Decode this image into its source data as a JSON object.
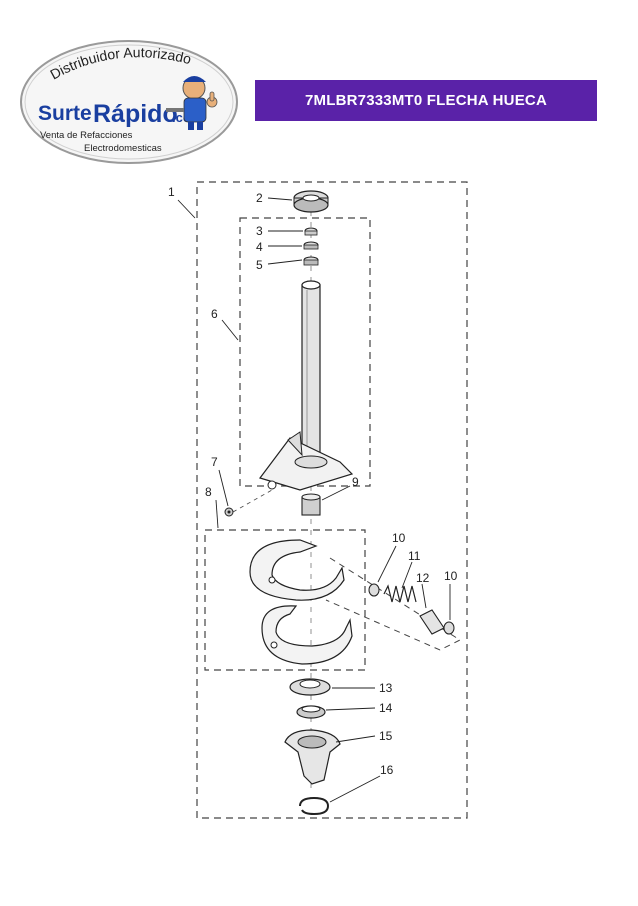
{
  "logo": {
    "top_text": "Distribuidor Autorizado",
    "brand_left": "Surte",
    "brand_right": "Rápido",
    "brand_suffix": ".com",
    "tagline_1": "Venta de Refacciones",
    "tagline_2": "Electrodomesticas",
    "colors": {
      "brand_blue": "#1a3fa0",
      "text_dark": "#222222",
      "oval_border": "#9a9a9a"
    }
  },
  "header": {
    "title": "7MLBR7333MT0  FLECHA HUECA",
    "banner_color": "#5a22a8"
  },
  "diagram": {
    "callouts": [
      "1",
      "2",
      "3",
      "4",
      "5",
      "6",
      "7",
      "8",
      "9",
      "10",
      "11",
      "12",
      "10",
      "13",
      "14",
      "15",
      "16"
    ]
  }
}
